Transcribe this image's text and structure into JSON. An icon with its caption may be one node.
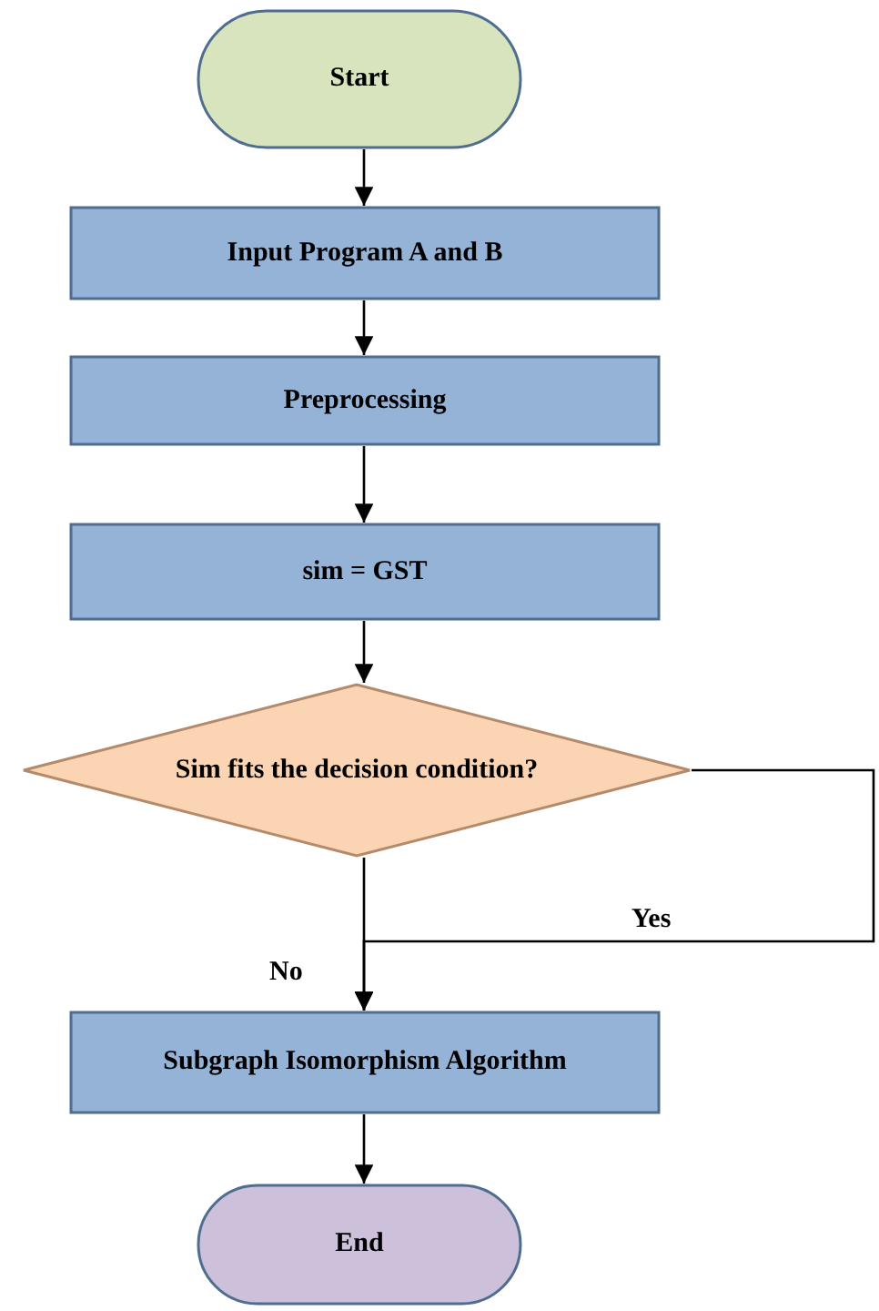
{
  "diagram": {
    "nodes": [
      {
        "text": [
          "Start"
        ]
      },
      {
        "text": [
          "Input Program A and B"
        ]
      },
      {
        "text": [
          "Preprocessing"
        ]
      },
      {
        "text": [
          "sim = GST"
        ]
      },
      {
        "text": [
          "Sim fits the decision condition?"
        ]
      },
      {
        "text": [
          "Subgraph Isomorphism Algorithm"
        ]
      },
      {
        "text": [
          "End"
        ]
      }
    ],
    "edges": [
      {
        "from": 0,
        "to": 1,
        "arrow": "to"
      },
      {
        "from": 1,
        "to": 2,
        "arrow": "to"
      },
      {
        "from": 2,
        "to": 3,
        "arrow": "to"
      },
      {
        "from": 3,
        "to": 4,
        "arrow": "to"
      },
      {
        "from": 4,
        "to": 5,
        "arrow": "to",
        "label": "Yes"
      },
      {
        "from": 4,
        "to": 5,
        "arrow": "to",
        "label": "No"
      },
      {
        "from": 5,
        "to": 6,
        "arrow": "to"
      }
    ]
  }
}
